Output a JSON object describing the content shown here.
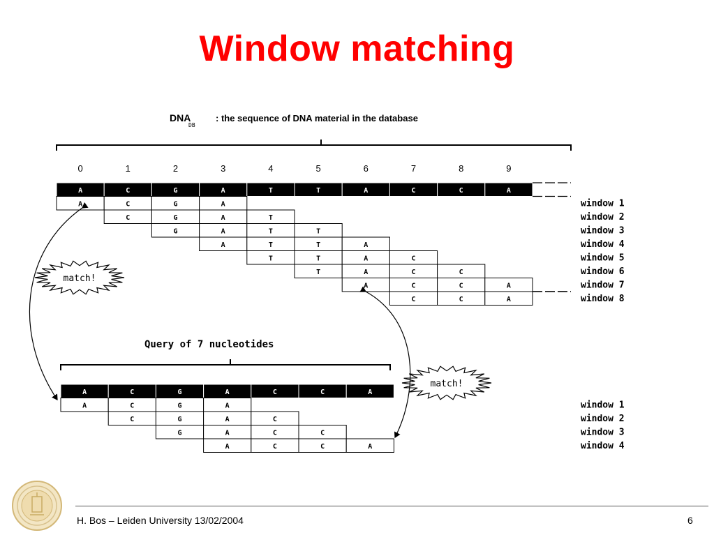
{
  "slide": {
    "title": "Window matching",
    "title_color": "#ff0000",
    "footer": "H. Bos – Leiden University 13/02/2004",
    "page_number": "6",
    "seal_icon": "leiden-university-seal-icon"
  },
  "diagram": {
    "db_label_main": "DNA",
    "db_label_sub": "DB",
    "db_label_rest": ": the sequence of DNA material in the database",
    "db_indices": [
      "0",
      "1",
      "2",
      "3",
      "4",
      "5",
      "6",
      "7",
      "8",
      "9"
    ],
    "db_sequence": [
      "A",
      "C",
      "G",
      "A",
      "T",
      "T",
      "A",
      "C",
      "C",
      "A"
    ],
    "db_windows": [
      {
        "label": "window 1",
        "start": 0,
        "letters": [
          "A",
          "C",
          "G",
          "A"
        ]
      },
      {
        "label": "window 2",
        "start": 1,
        "letters": [
          "C",
          "G",
          "A",
          "T"
        ]
      },
      {
        "label": "window 3",
        "start": 2,
        "letters": [
          "G",
          "A",
          "T",
          "T"
        ]
      },
      {
        "label": "window 4",
        "start": 3,
        "letters": [
          "A",
          "T",
          "T",
          "A"
        ]
      },
      {
        "label": "window 5",
        "start": 4,
        "letters": [
          "T",
          "T",
          "A",
          "C"
        ]
      },
      {
        "label": "window 6",
        "start": 5,
        "letters": [
          "T",
          "A",
          "C",
          "C"
        ]
      },
      {
        "label": "window 7",
        "start": 6,
        "letters": [
          "A",
          "C",
          "C",
          "A"
        ]
      },
      {
        "label": "window 8",
        "start": 7,
        "letters": [
          "C",
          "C",
          "A"
        ]
      }
    ],
    "query_label": "Query of 7 nucleotides",
    "query_sequence": [
      "A",
      "C",
      "G",
      "A",
      "C",
      "C",
      "A"
    ],
    "query_windows": [
      {
        "label": "window 1",
        "start": 0,
        "letters": [
          "A",
          "C",
          "G",
          "A"
        ]
      },
      {
        "label": "window 2",
        "start": 1,
        "letters": [
          "C",
          "G",
          "A",
          "C"
        ]
      },
      {
        "label": "window 3",
        "start": 2,
        "letters": [
          "G",
          "A",
          "C",
          "C"
        ]
      },
      {
        "label": "window 4",
        "start": 3,
        "letters": [
          "A",
          "C",
          "C",
          "A"
        ]
      }
    ],
    "match_label": "match!"
  }
}
